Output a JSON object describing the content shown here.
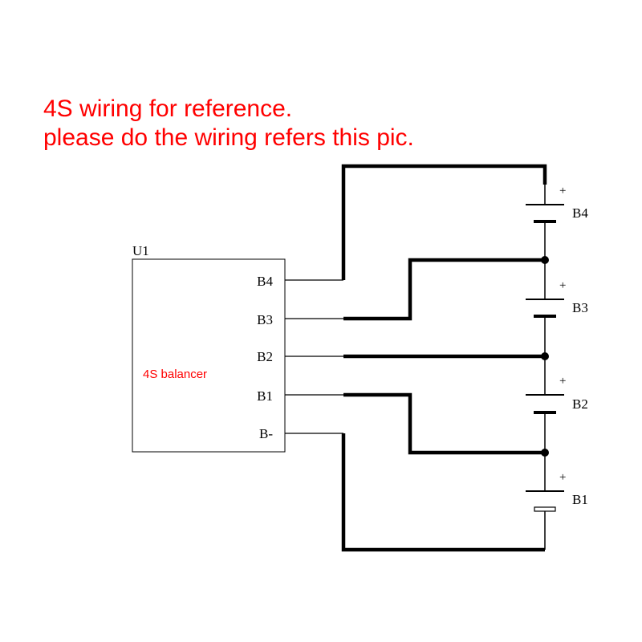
{
  "colors": {
    "accent": "#ff0000",
    "line": "#000000"
  },
  "note": {
    "line1": "4S wiring for reference.",
    "line2": "please do the wiring refers this pic."
  },
  "balancer": {
    "ref": "U1",
    "name": "4S balancer",
    "pins": [
      "B4",
      "B3",
      "B2",
      "B1",
      "B-"
    ]
  },
  "cells": [
    {
      "label": "B4",
      "polarity": "+"
    },
    {
      "label": "B3",
      "polarity": "+"
    },
    {
      "label": "B2",
      "polarity": "+"
    },
    {
      "label": "B1",
      "polarity": "+"
    }
  ]
}
